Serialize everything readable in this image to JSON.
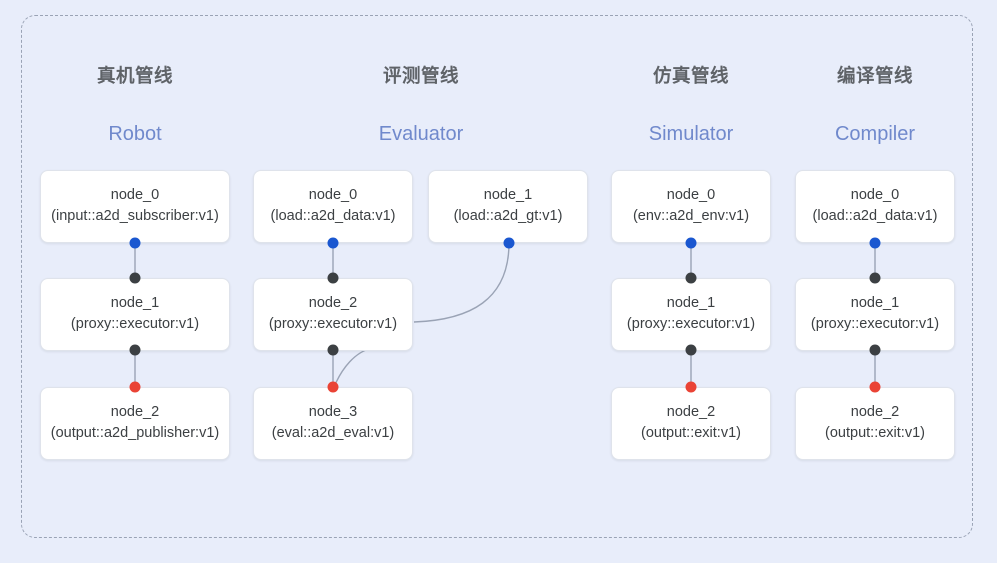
{
  "diagram": {
    "background_color": "#e8edfa",
    "frame_style": "dashed-rounded",
    "port_colors": {
      "source": "#1a57d0",
      "intermediate": "#3c4043",
      "sink": "#ea4335"
    },
    "edge_color": "#9aa3b5"
  },
  "columns": [
    {
      "title_cn": "真机管线",
      "title_en": "Robot",
      "nodes": [
        {
          "id": "node_0",
          "type": "(input::a2d_subscriber:v1)"
        },
        {
          "id": "node_1",
          "type": "(proxy::executor:v1)"
        },
        {
          "id": "node_2",
          "type": "(output::a2d_publisher:v1)"
        }
      ]
    },
    {
      "title_cn": "评测管线",
      "title_en": "Evaluator",
      "nodes": [
        {
          "id": "node_0",
          "type": "(load::a2d_data:v1)"
        },
        {
          "id": "node_1",
          "type": "(load::a2d_gt:v1)"
        },
        {
          "id": "node_2",
          "type": "(proxy::executor:v1)"
        },
        {
          "id": "node_3",
          "type": "(eval::a2d_eval:v1)"
        }
      ]
    },
    {
      "title_cn": "仿真管线",
      "title_en": "Simulator",
      "nodes": [
        {
          "id": "node_0",
          "type": "(env::a2d_env:v1)"
        },
        {
          "id": "node_1",
          "type": "(proxy::executor:v1)"
        },
        {
          "id": "node_2",
          "type": "(output::exit:v1)"
        }
      ]
    },
    {
      "title_cn": "编译管线",
      "title_en": "Compiler",
      "nodes": [
        {
          "id": "node_0",
          "type": "(load::a2d_data:v1)"
        },
        {
          "id": "node_1",
          "type": "(proxy::executor:v1)"
        },
        {
          "id": "node_2",
          "type": "(output::exit:v1)"
        }
      ]
    }
  ]
}
